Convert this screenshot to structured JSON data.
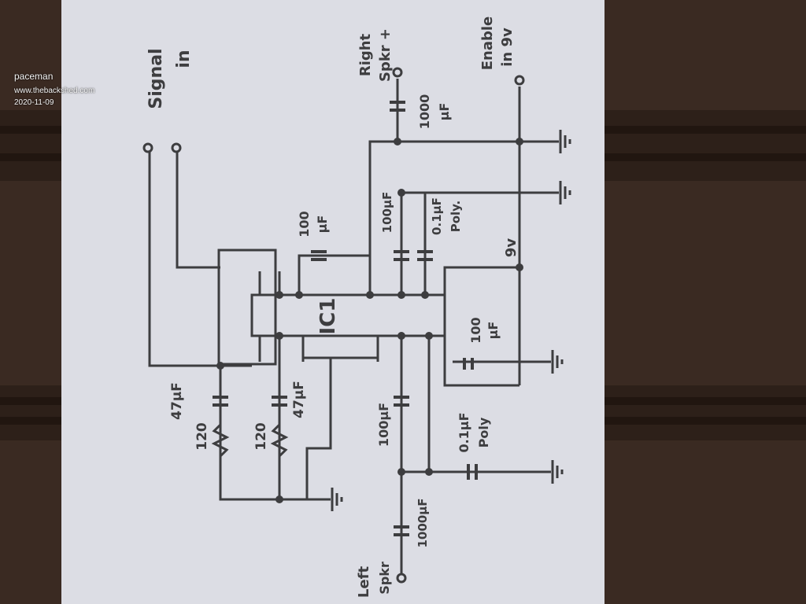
{
  "watermark": {
    "user": "paceman",
    "site": "www.thebackshed.com",
    "date": "2020-11-09"
  },
  "schematic": {
    "ic_label": "IC1",
    "signal_in": [
      "Signal",
      "in"
    ],
    "right_spkr": [
      "Right",
      "Spkr +"
    ],
    "enable": [
      "Enable",
      "in 9v"
    ],
    "left_spkr": [
      "Left",
      "Spkr"
    ],
    "supply_label": "9v",
    "cap_1000uf_right": [
      "1000",
      "µF"
    ],
    "cap_100uf_top": [
      "100",
      "µF"
    ],
    "cap_100uf_mid": "100µF",
    "cap_poly_top": [
      "0.1µF",
      "Poly."
    ],
    "cap_100uf_right": [
      "100",
      "µF"
    ],
    "cap_47uf_a": "47µF",
    "cap_47uf_b": "47µF",
    "res_120_a": "120",
    "res_120_b": "120",
    "cap_100uf_bottom": "100µF",
    "cap_poly_bottom": [
      "0.1µF",
      "Poly"
    ],
    "cap_1000uf_left": "1000µF"
  },
  "colors": {
    "paper": "#dcdde4",
    "ink": "#3d3d3f",
    "table": "#3a2a22"
  }
}
